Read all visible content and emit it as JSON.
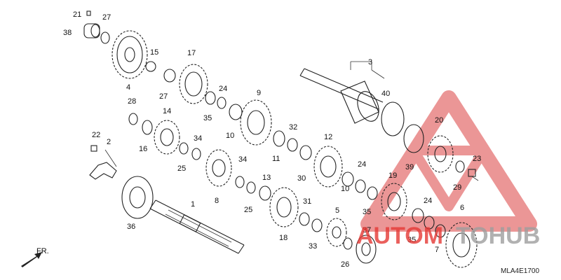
{
  "diagram": {
    "code": "MLA4E1700",
    "direction_label": "FR.",
    "labels": [
      "1",
      "2",
      "3",
      "4",
      "5",
      "6",
      "7",
      "8",
      "9",
      "10",
      "10",
      "11",
      "12",
      "13",
      "14",
      "15",
      "16",
      "17",
      "18",
      "19",
      "20",
      "21",
      "22",
      "23",
      "24",
      "24",
      "24",
      "25",
      "25",
      "26",
      "27",
      "27",
      "28",
      "29",
      "30",
      "31",
      "32",
      "33",
      "34",
      "34",
      "35",
      "35",
      "35",
      "36",
      "37",
      "38",
      "39",
      "40"
    ]
  },
  "watermark": {
    "text_a": "AUTOM",
    "text_b": "TOHUB",
    "color_red": "#e53935",
    "color_gray": "#9e9e9e"
  }
}
